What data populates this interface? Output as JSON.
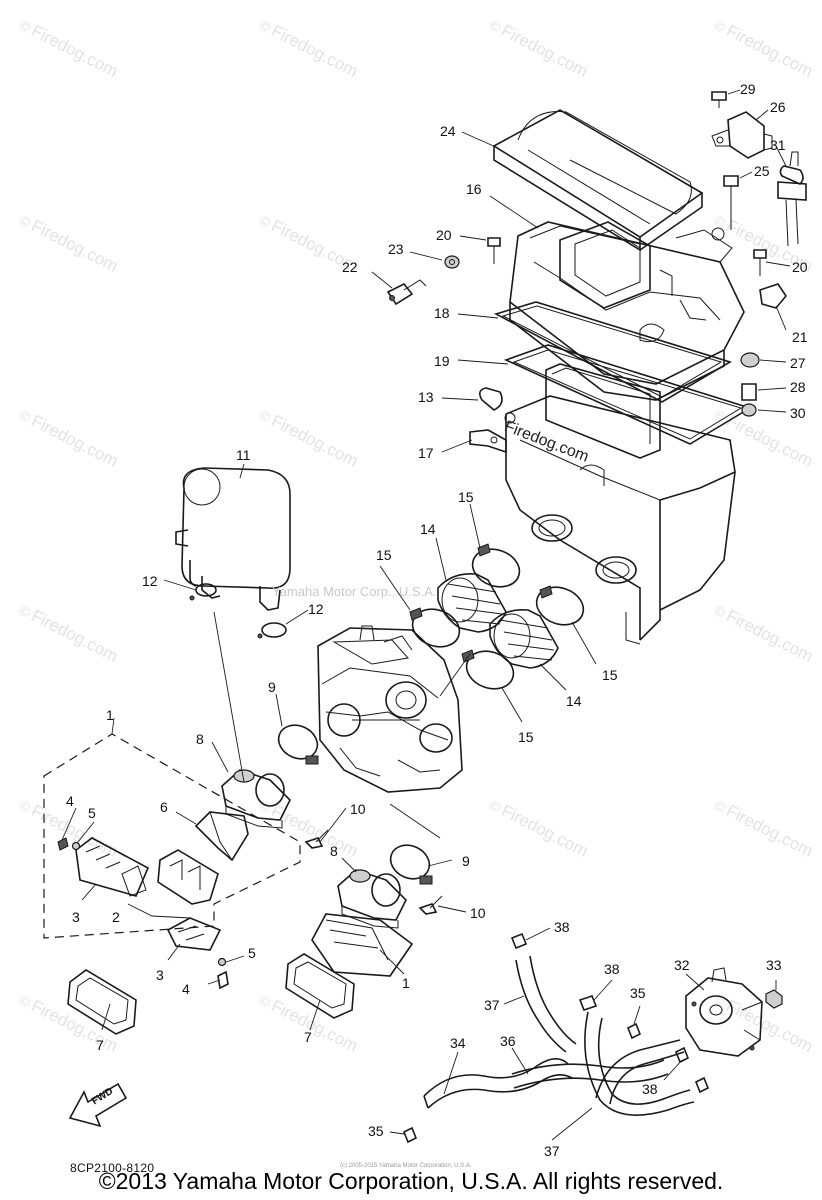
{
  "watermark_text": "Firedog.com",
  "center_watermark": "Yamaha Motor Corp., U.S.A.",
  "diagram_label": "Firedog.com",
  "part_code": "8CP2100-8120",
  "fwd_label": "FWD",
  "small_copyright": "(c) 2005-2015 Yamaha Motor Corporation, U.S.A.",
  "copyright": "©2013 Yamaha Motor Corporation, U.S.A. All rights reserved.",
  "callouts": [
    "29",
    "26",
    "24",
    "31",
    "25",
    "16",
    "20",
    "23",
    "22",
    "20",
    "18",
    "21",
    "27",
    "19",
    "28",
    "13",
    "30",
    "17",
    "11",
    "15",
    "14",
    "15",
    "12",
    "12",
    "15",
    "15",
    "14",
    "9",
    "8",
    "10",
    "1",
    "4",
    "5",
    "6",
    "8",
    "9",
    "3",
    "2",
    "10",
    "38",
    "5",
    "3",
    "4",
    "1",
    "38",
    "32",
    "33",
    "35",
    "37",
    "7",
    "7",
    "34",
    "36",
    "38",
    "35",
    "37"
  ]
}
